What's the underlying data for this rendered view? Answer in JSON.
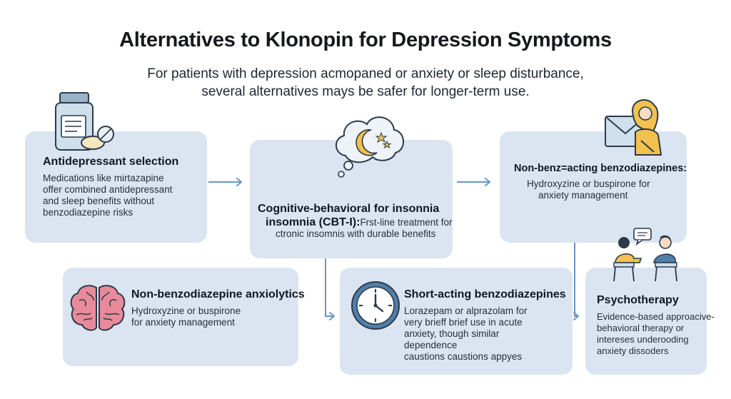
{
  "header": {
    "title": "Alternatives to Klonopin for Depression Symptoms",
    "subtitle_lines": [
      "For patients with depression acmopaned or anxiety or sleep disturbance,",
      "several alternatives mays be safer for longer-term use."
    ]
  },
  "cards": {
    "antidepressant": {
      "title": "Antidepressant selection",
      "lines": [
        "Medications like mirtazapine",
        "offer combined antidepressant",
        "and sleep benefits without",
        "benzodiazepine risks"
      ],
      "icon": "pill-bottle-icon"
    },
    "cbti": {
      "title_line1": "Cognitive-behavioral for insonnia",
      "title_line2_bold": "insomnia (CBT-I):",
      "title_line2_rest": "Frst-line treatment for",
      "body_line": "ctronic insomnis with durable benefits",
      "icon": "moon-cloud-icon"
    },
    "nonbenz_acting": {
      "title": "Non-benz=acting benzodiazepines:",
      "lines": [
        "Hydroxyzine or buspirone for",
        "anxiety management"
      ],
      "icon": "person-at-screen-icon"
    },
    "nonbenzo_anxiolytics": {
      "title": "Non-benzodiazepine anxiolytics",
      "lines": [
        "Hydroxyzine or buspirone",
        "for anxiety management"
      ],
      "icon": "brain-icon"
    },
    "short_acting": {
      "title": "Short-acting benzodiazepines",
      "lines": [
        "Lorazepam or alprazolam for",
        "very brieff brief   use in acute",
        "anxiety, though similar",
        "dependence",
        "caustions caustions appyes"
      ],
      "icon": "clock-icon"
    },
    "psychotherapy": {
      "title": "Psychotherapy",
      "lines": [
        "Evidence-based approacive-",
        "behavioral therapy or",
        "intereses underooding",
        "anxiety dissoders"
      ],
      "icon": "therapy-session-icon"
    }
  },
  "colors": {
    "card_background": "#dae5f1",
    "arrow": "#6b95c4",
    "icon_outline": "#2c3a4a",
    "accent_yellow": "#f2c14e",
    "brain_pink": "#e98a9b"
  }
}
